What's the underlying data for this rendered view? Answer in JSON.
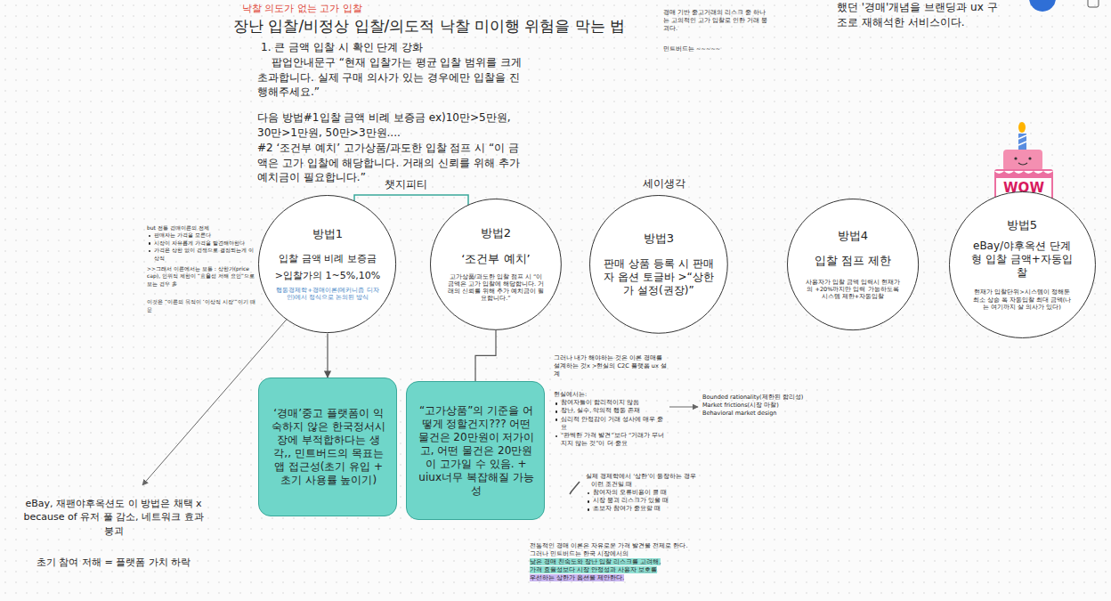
{
  "diagram": {
    "title": "장난 입찰/비정상 입찰/의도적 낙찰 미이행 위험을 막는 법",
    "nodes": [
      {
        "text": [
          "방법1",
          "입찰 금액 비례 보증금",
          ">입찰가의 1~5%,10%",
          "행동경제학+경매이론(메커니즘 디자인)에서 정식으로 논의된 방식"
        ]
      },
      {
        "text": [
          "방법2",
          "‘조건부 예치’",
          "고가상품/과도한 입찰 점프 시 “이 금액은 고가 입찰에 해당합니다. 거래의 신뢰를 위해 추가 예치금이 필요합니다.”"
        ]
      },
      {
        "text": [
          "방법3",
          "판매 상품 등록 시 판매자 옵션 토글바 >“상한가 설정(권장)”"
        ]
      },
      {
        "text": [
          "방법4",
          "입찰 점프 제한",
          "사용자가 입찰 금액 입력시 현재가의 +20%까지만 입력 가능하도록 시스템 제한+자동입찰"
        ]
      },
      {
        "text": [
          "방법5",
          "eBay/야후옥션 단계형 입찰 금액+자동입찰",
          "현재가 입찰단위>시스템이 정해둔 최소 상승 폭 자동입찰 최대 금액(나는 여기까지 살 의사가 있다)"
        ]
      },
      {
        "text": [
          "‘경매’중고 플랫폼이 익숙하지 않은 한국정서시장에 부적합하다는 생각,, 민트버드의 목표는 앱 접근성(초기 유입 + 초기 사용률 높이기)"
        ]
      },
      {
        "text": [
          "“고가상품”의 기준을 어떻게 정할건지??? 어떤 물건은 20만원이 저가이고, 어떤 물건은 20만원이 고가일 수 있음. + uiux너무 복잡해질 가능성"
        ]
      }
    ],
    "edges": [
      {
        "from": 0,
        "to": 5,
        "arrow": "to"
      },
      {
        "from": 1,
        "to": 6,
        "arrow": "none"
      }
    ],
    "labels": [
      "낙찰 의도가 없는 고가 입찰",
      "1. 큰 금액 입찰 시 확인 단계 강화",
      "팝업안내문구 “현재 입찰가는 평균 입찰 범위를 크게 초과합니다. 실제 구매 의사가 있는 경우에만 입찰을 진행해주세요.”",
      "다음 방법#1입찰 금액 비례 보증금 ex)10만>5만원, 30만>1만원, 50만>3만원....",
      "#2 ‘조건부 예치’ 고가상품/과도한 입찰 점프 시 “이 금액은 고가 입찰에 해당합니다. 거래의 신뢰를 위해 추가 예치금이 필요합니다.”",
      "경매 기반 중고거래의 리스크 중 하나는 고의적인 고가 입찰로 인한 거래 붕괴다.",
      "민트버드는 ~~~~~",
      "했던 '경매'개념을 브랜딩과 ux 구조로 재해석한 서비스이다.",
      "챗지피티",
      "세이생각",
      "WOW",
      "but 전통 경매이론의 전제",
      "판매자는 가격을 모른다",
      "시장이 자유롭게 가격을 발견해야한다",
      "가격은 상한 없이 경쟁으로 결정되는게 이상적",
      ">>그래서 이론에서는 보통 : 상한가(price cap), 인위적 제한이 “효율성 저해 요인”으로 보는 경우 多",
      "이것은 “이론의 목적이 ‘이상적 시장’”이기 때문",
      "eBay, 재팬야후옥션도 이 방법은 채택 x because of 유저 풀 감소, 네트워크 효과 붕괴",
      "초기 참여 저해 = 플랫폼 가치 하락",
      "그러나 내가 해야하는 것은 이론 경매를 설계하는 것x >현실의 C2C 플랫폼 ux 설계",
      "현실에서는:",
      "참여자들이 합리적이지 않음",
      "장난, 실수, 악의적 행동 존재",
      "심리적 안정감이 거래 성사에 매우 중요",
      "“완벽한 가격 발견”보다 “거래가 무너지지 않는 것”이 더 중요",
      "Bounded rationality(제한된 합리성)",
      "Market frictions(시장 마찰)",
      "Behavioral market design",
      "실제 경제학에서 ‘상한’이 등장하는 경우",
      "이런 조건일 때",
      "참여자의 오류비용이 클 때",
      "시장 붕괴 리스크가 있을 때",
      "초보자 참여가 중요할 때",
      "전통적인 경매 이론은 자유로운 가격 발견을 전제로 한다.",
      "그러나 민트버드는 한국 시장에서의",
      "낮은 경매 친숙도와 장난 입찰 리스크를 고려해,",
      "가격 효율성보다 시장 안정성과 사용자 보호를",
      "우선하는 상한가 옵션을 제안한다."
    ]
  }
}
